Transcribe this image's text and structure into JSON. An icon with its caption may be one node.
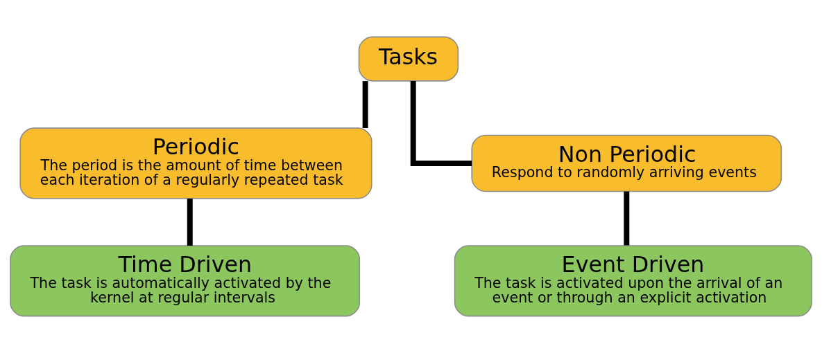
{
  "diagram": {
    "nodes": [
      {
        "text": [
          "Tasks"
        ]
      },
      {
        "text": [
          "Periodic",
          "The period is the amount of time between each iteration of a regularly repeated task"
        ]
      },
      {
        "text": [
          "Non Periodic",
          "Respond to randomly arriving events"
        ]
      },
      {
        "text": [
          "Time Driven",
          "The task is automatically activated by the kernel at regular intervals"
        ]
      },
      {
        "text": [
          "Event Driven",
          "The task is activated upon the arrival of an event or through an explicit activation"
        ]
      }
    ],
    "edges": [
      {
        "from": 0,
        "to": 1,
        "arrow": "none"
      },
      {
        "from": 0,
        "to": 2,
        "arrow": "none"
      },
      {
        "from": 1,
        "to": 3,
        "arrow": "none"
      },
      {
        "from": 2,
        "to": 4,
        "arrow": "none"
      }
    ]
  }
}
